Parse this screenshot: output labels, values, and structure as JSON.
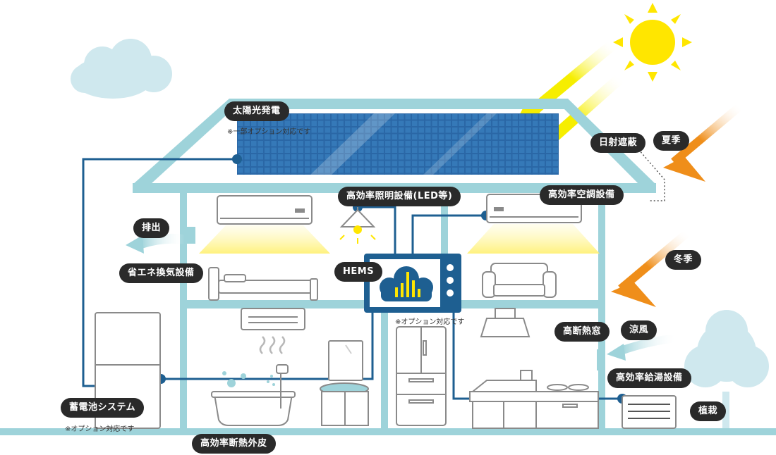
{
  "labels": {
    "solar": "太陽光発電",
    "shading": "日射遮蔽",
    "summer": "夏季",
    "exhaust": "排出",
    "lighting": "高効率照明設備(LED等)",
    "aircon": "高効率空調設備",
    "hems": "HEMS",
    "ventilation": "省エネ換気設備",
    "winter": "冬季",
    "window": "高断熱窓",
    "breeze": "涼風",
    "water_heater": "高効率給湯設備",
    "battery": "蓄電池システム",
    "planting": "植栽",
    "insulation": "高効率断熱外皮"
  },
  "notes": {
    "solar_option": "※一部オプション対応です",
    "hems_option": "※オプション対応です",
    "battery_option": "※オプション対応です"
  },
  "colors": {
    "house_frame": "#9ed3da",
    "wire": "#1e5f91",
    "solar_panel": "#2a67a6",
    "sun": "#ffe600",
    "sun_ray": "#f4ea00",
    "winter_arrow": "#ef8e1a",
    "label_bg": "#2a2a2a",
    "cloud": "#cfe8ee",
    "light_glow": "#fff4a0"
  },
  "icons": [
    "sun-icon",
    "cloud-icon",
    "tree-icon",
    "air-conditioner-icon",
    "pendant-lamp-icon",
    "bed-icon",
    "sofa-icon",
    "bathtub-icon",
    "refrigerator-icon",
    "range-hood-icon",
    "kitchen-counter-icon",
    "water-heater-icon",
    "battery-icon",
    "hems-monitor-icon"
  ]
}
